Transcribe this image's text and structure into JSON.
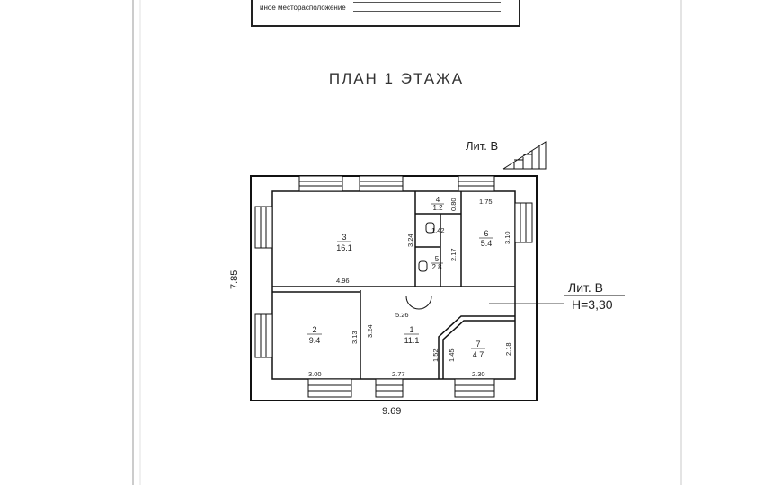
{
  "header": {
    "location_label": "иное месторасположение"
  },
  "plan_title": "ПЛАН 1 ЭТАЖА",
  "litera_top": "Лит. В",
  "litera_side": "Лит. В",
  "height_label": "H=3,30",
  "overall": {
    "width": "9.69",
    "depth": "7.85"
  },
  "rooms": [
    {
      "num": "1",
      "area": "11.1"
    },
    {
      "num": "2",
      "area": "9.4"
    },
    {
      "num": "3",
      "area": "16.1"
    },
    {
      "num": "4",
      "area": "1.2"
    },
    {
      "num": "5",
      "area": "2.8"
    },
    {
      "num": "6",
      "area": "5.4"
    },
    {
      "num": "7",
      "area": "4.7"
    }
  ],
  "dimensions": {
    "d_4_96": "4.96",
    "d_3_24_top": "3.24",
    "d_0_80": "0.80",
    "d_1_42": "1.42",
    "d_2_17": "2.17",
    "d_1_75": "1.75",
    "d_3_10": "3.10",
    "d_5_26": "5.26",
    "d_3_13": "3.13",
    "d_3_24_mid": "3.24",
    "d_1_52": "1.52",
    "d_1_45": "1.45",
    "d_2_18": "2.18",
    "d_3_00": "3.00",
    "d_2_77": "2.77",
    "d_2_30": "2.30"
  }
}
